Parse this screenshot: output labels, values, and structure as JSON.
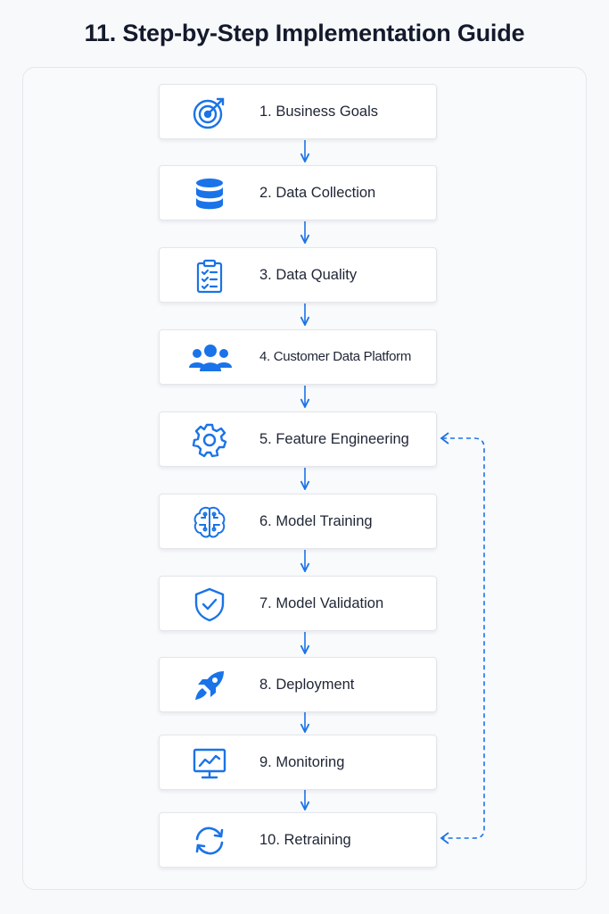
{
  "title": "11. Step-by-Step Implementation Guide",
  "accent_color": "#1a73e8",
  "steps": [
    {
      "label": "1. Business Goals",
      "icon": "target-icon"
    },
    {
      "label": "2. Data Collection",
      "icon": "database-icon"
    },
    {
      "label": "3. Data Quality",
      "icon": "checklist-icon"
    },
    {
      "label": "4. Customer Data Platform",
      "icon": "users-icon"
    },
    {
      "label": "5. Feature Engineering",
      "icon": "gear-icon"
    },
    {
      "label": "6. Model Training",
      "icon": "brain-icon"
    },
    {
      "label": "7. Model Validation",
      "icon": "shield-check-icon"
    },
    {
      "label": "8. Deployment",
      "icon": "rocket-icon"
    },
    {
      "label": "9. Monitoring",
      "icon": "monitor-chart-icon"
    },
    {
      "label": "10. Retraining",
      "icon": "refresh-icon"
    }
  ]
}
